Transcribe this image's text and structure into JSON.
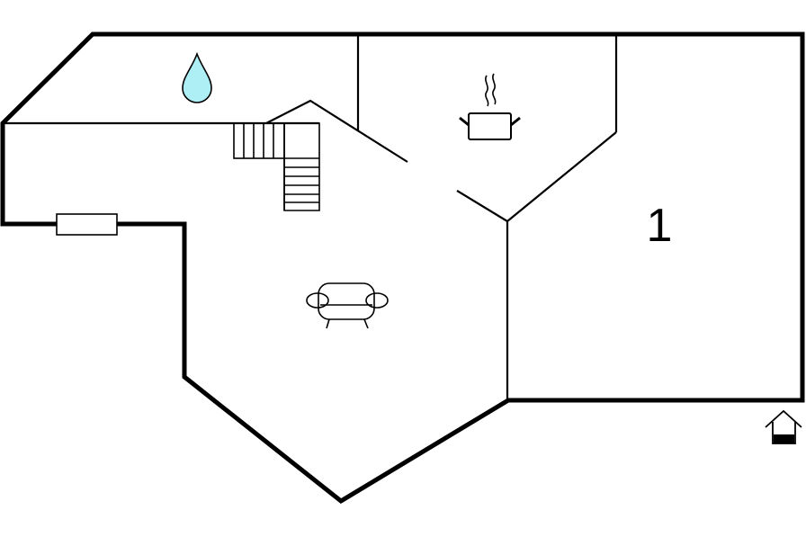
{
  "floorplan": {
    "rooms": [
      {
        "id": "bedroom",
        "label": "1"
      }
    ],
    "icons": [
      {
        "name": "water-drop-icon",
        "meaning": "bathroom"
      },
      {
        "name": "cooking-pot-icon",
        "meaning": "kitchen"
      },
      {
        "name": "sofa-icon",
        "meaning": "living room"
      },
      {
        "name": "staircase-icon",
        "meaning": "stairs"
      },
      {
        "name": "radiator-icon",
        "meaning": "heater"
      },
      {
        "name": "entrance-icon",
        "meaning": "entrance"
      }
    ],
    "colors": {
      "wall": "#000000",
      "background": "#ffffff",
      "water": "#aeeef5"
    }
  }
}
